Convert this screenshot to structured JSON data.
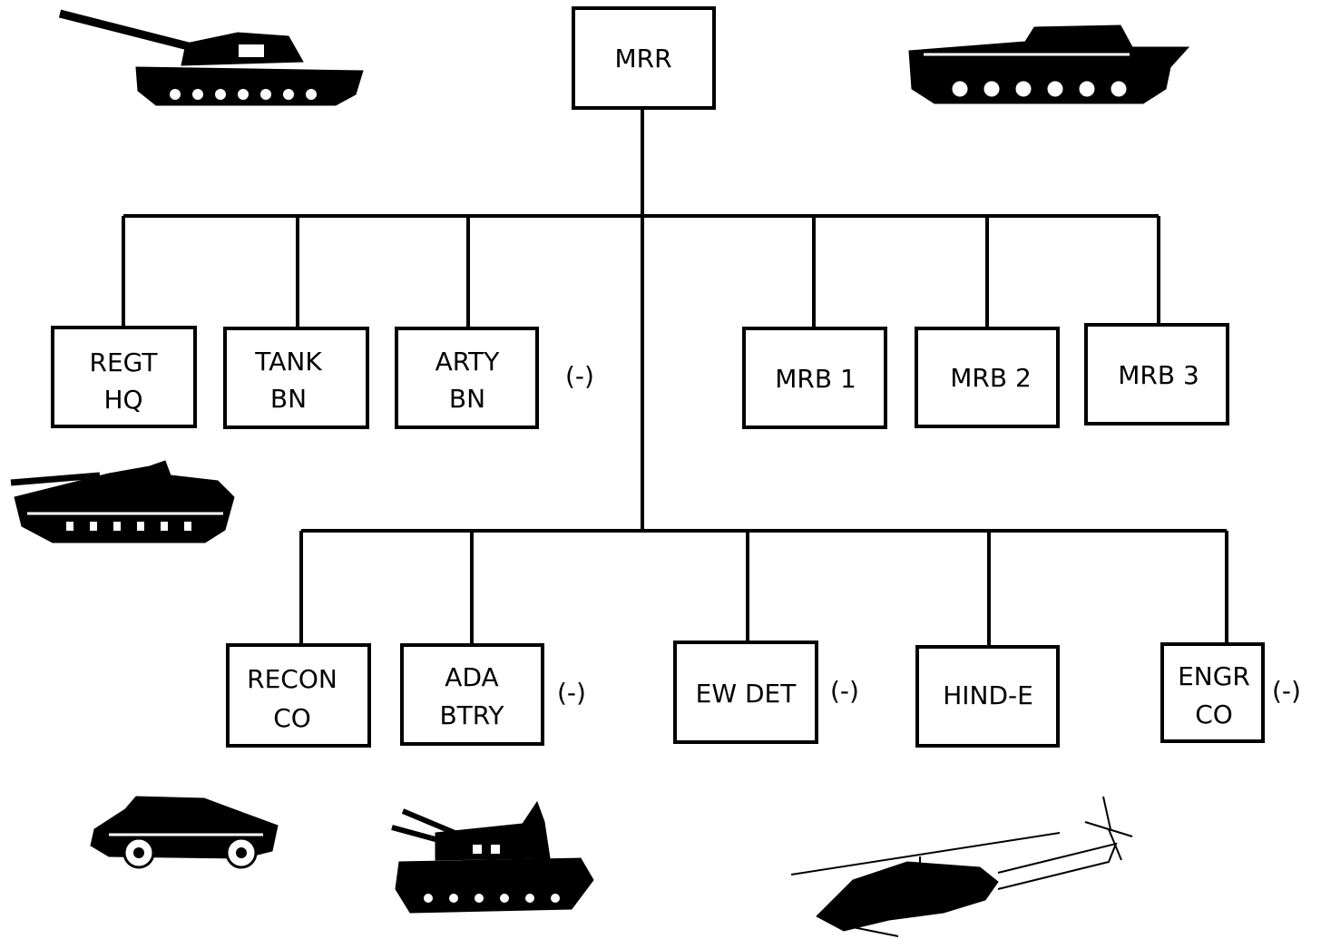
{
  "diagram": {
    "root": {
      "label": "MRR"
    },
    "row1": [
      {
        "id": "regt-hq",
        "lines": [
          "REGT",
          "HQ"
        ],
        "modifier": ""
      },
      {
        "id": "tank-bn",
        "lines": [
          "TANK",
          "BN"
        ],
        "modifier": ""
      },
      {
        "id": "arty-bn",
        "lines": [
          "ARTY",
          "BN"
        ],
        "modifier": "(-)"
      },
      {
        "id": "mrb-1",
        "lines": [
          "MRB 1"
        ],
        "modifier": ""
      },
      {
        "id": "mrb-2",
        "lines": [
          "MRB 2"
        ],
        "modifier": ""
      },
      {
        "id": "mrb-3",
        "lines": [
          "MRB 3"
        ],
        "modifier": ""
      }
    ],
    "row2": [
      {
        "id": "recon-co",
        "lines": [
          "RECON",
          "CO"
        ],
        "modifier": ""
      },
      {
        "id": "ada-btry",
        "lines": [
          "ADA",
          "BTRY"
        ],
        "modifier": "(-)"
      },
      {
        "id": "ew-det",
        "lines": [
          "EW DET"
        ],
        "modifier": "(-)"
      },
      {
        "id": "hind-e",
        "lines": [
          "HIND-E"
        ],
        "modifier": ""
      },
      {
        "id": "engr-co",
        "lines": [
          "ENGR",
          "CO"
        ],
        "modifier": "(-)"
      }
    ]
  },
  "vehicle_icons": [
    "tank-icon",
    "ifv-icon",
    "self-propelled-gun-icon",
    "armored-scout-car-icon",
    "aa-gun-vehicle-icon",
    "attack-helicopter-icon"
  ],
  "colors": {
    "line": "#000000",
    "background": "#ffffff"
  }
}
